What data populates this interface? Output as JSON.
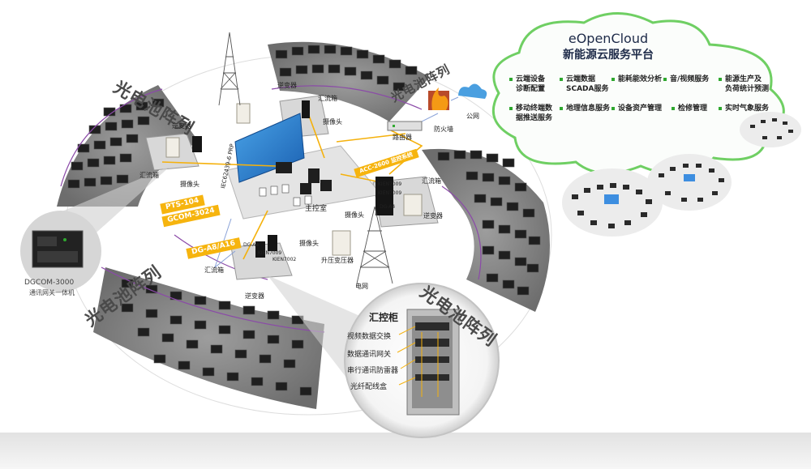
{
  "cloud": {
    "title": "eOpenCloud",
    "subtitle": "新能源云服务平台",
    "services": [
      "云端设备",
      "诊断配置",
      "云端数据",
      "SCADA服务",
      "能耗能效分析",
      "音/视频服务",
      "能源生产及",
      "负荷统计预测",
      "移动终端数",
      "据推送服务",
      "地理信息服务",
      "设备资产管理",
      "检修管理",
      "实时气象服务"
    ]
  },
  "arrays": {
    "top_left": "光电池阵列",
    "top": "光电池阵列",
    "bottom_left": "光电池阵列",
    "bottom_right": "光电池阵列"
  },
  "labels": {
    "inverter_top": "逆变器",
    "combiner_top": "汇流箱",
    "camera_top": "摄像头",
    "inverter_left": "逆变器",
    "combiner_left": "汇流箱",
    "camera_left": "摄像头",
    "firewall": "防火墙",
    "router": "路由器",
    "public_net": "公网",
    "combiner_right": "汇流箱",
    "inverter_right": "逆变器",
    "camera_right": "摄像头",
    "control_room": "主控室",
    "combiner_bottom": "汇流箱",
    "inverter_bottom": "逆变器",
    "camera_bottom": "摄像头",
    "transformer": "升压变压器",
    "grid": "电网",
    "device_right_1": "KIEN7009",
    "device_right_2": "KIEN7009",
    "device_right_3": "DG-A4",
    "device_bottom_1": "DG-A4",
    "device_bottom_2": "KIEN7009",
    "device_bottom_3": "KIEN7002",
    "fiber_ring": "IEC62439-6 PRP",
    "gateway_name": "DGCOM-3000",
    "gateway_desc": "通讯网关一体机"
  },
  "tags": {
    "pts": "PTS-104",
    "gcom": "GCOM-3024",
    "dg": "DG-A8/A16",
    "acc": "ACC-2600 监控系统"
  },
  "cabinet": {
    "title": "汇控柜",
    "items": [
      "视频数据交换",
      "数据通讯网关",
      "串行通讯防雷器",
      "光纤配线盒"
    ]
  }
}
